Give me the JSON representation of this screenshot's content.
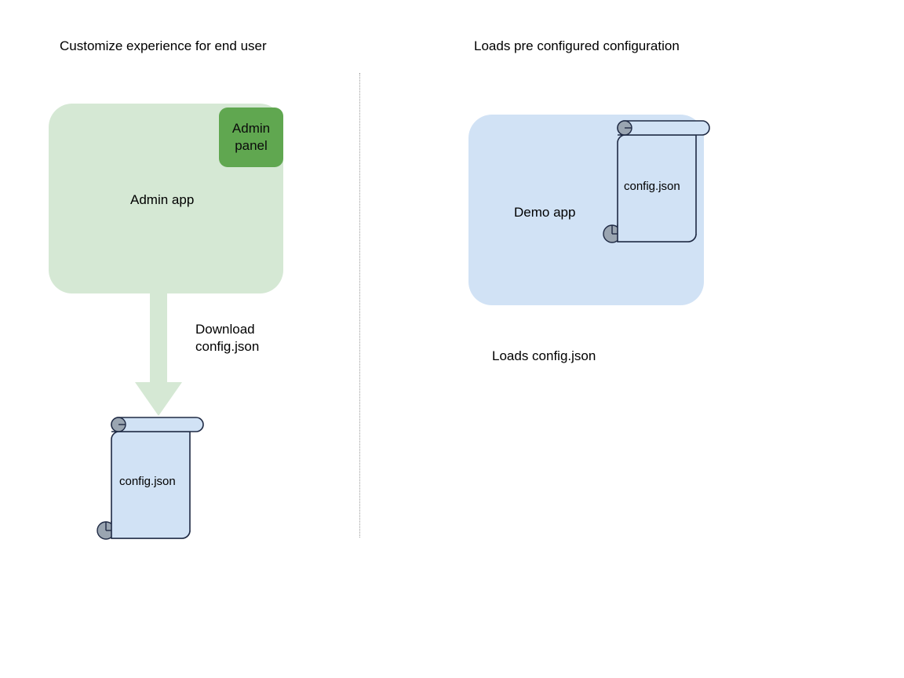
{
  "diagram": {
    "background_color": "#ffffff",
    "columns": [
      {
        "heading": "Customize experience for end user",
        "app": {
          "label": "Admin app",
          "fill": "#d5e8d4",
          "badge": {
            "line1": "Admin",
            "line2": "panel",
            "fill": "#60a750"
          }
        },
        "arrow": {
          "label_line1": "Download",
          "label_line2": "config.json",
          "color": "#d5e8d4",
          "direction": "down"
        },
        "document": {
          "label": "config.json",
          "fill": "#d1e2f5",
          "stroke": "#1f2a44",
          "roll_fill": "#9aa5b1",
          "icon": "scroll-icon"
        }
      },
      {
        "heading": "Loads pre configured configuration",
        "app": {
          "label": "Demo app",
          "fill": "#d1e2f5"
        },
        "document": {
          "label": "config.json",
          "fill": "#d1e2f5",
          "stroke": "#1f2a44",
          "roll_fill": "#9aa5b1",
          "icon": "scroll-icon"
        },
        "caption": "Loads config.json"
      }
    ],
    "divider": {
      "style": "dotted",
      "color": "#9a9a9a"
    }
  }
}
